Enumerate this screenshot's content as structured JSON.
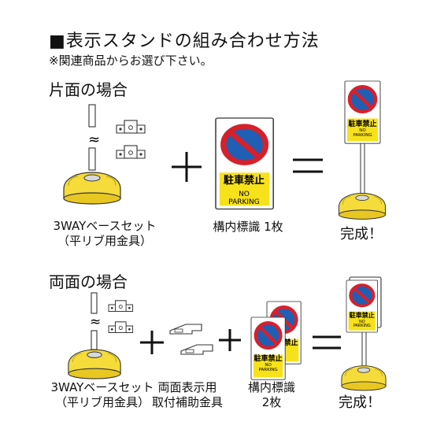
{
  "heading": {
    "title": "■表示スタンドの組み合わせ方法",
    "note": "※関連商品からお選び下さい。"
  },
  "single": {
    "section_title": "片面の場合",
    "base_caption_line1": "3WAYベースセット",
    "base_caption_line2": "（平リブ用金具）",
    "sign_caption": "構内標識 1枚",
    "result": "完成！"
  },
  "double": {
    "section_title": "両面の場合",
    "base_caption_line1": "3WAYベースセット",
    "base_caption_line2": "（平リブ用金具）",
    "bracket_caption_line1": "両面表示用",
    "bracket_caption_line2": "取付補助金具",
    "sign_caption_line1": "構内標識",
    "sign_caption_line2": "2枚",
    "result": "完成！"
  },
  "sign": {
    "text_jp": "駐車禁止",
    "text_en_line1": "NO",
    "text_en_line2": "PARKING"
  },
  "symbols": {
    "plus": "+",
    "equals": "=",
    "wave": "≈"
  },
  "colors": {
    "base_yellow": "#f5dc3a",
    "sign_yellow": "#f7e11a",
    "sign_blue": "#1f5fb4",
    "sign_red": "#d8202a"
  }
}
